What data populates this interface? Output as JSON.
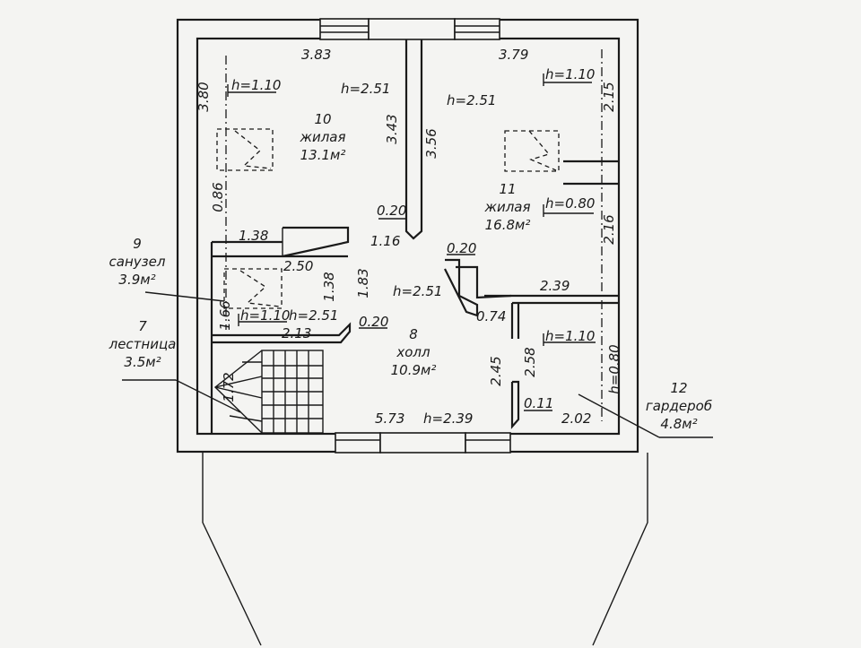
{
  "rooms": {
    "r10": {
      "number": "10",
      "name": "жилая",
      "area": "13.1м²"
    },
    "r11": {
      "number": "11",
      "name": "жилая",
      "area": "16.8м²"
    },
    "r9": {
      "number": "9",
      "name": "санузел",
      "area": "3.9м²"
    },
    "r7": {
      "number": "7",
      "name": "лестница",
      "area": "3.5м²"
    },
    "r8": {
      "number": "8",
      "name": "холл",
      "area": "10.9м²"
    },
    "r12": {
      "number": "12",
      "name": "гардероб",
      "area": "4.8м²"
    }
  },
  "dims": {
    "d383": "3.83",
    "d379": "3.79",
    "d380": "3.80",
    "d110a": "h=1.10",
    "d251a": "h=2.51",
    "d343": "3.43",
    "d356": "3.56",
    "d251b": "h=2.51",
    "d110b": "h=1.10",
    "d215": "2.15",
    "d086": "0.86",
    "d020a": "0.20",
    "d080a": "h=0.80",
    "d138a": "1.38",
    "d116": "1.16",
    "d216": "2.16",
    "d250": "2.50",
    "d020b": "0.20",
    "d183": "1.83",
    "d138b": "1.38",
    "d251c": "h=2.51",
    "d239a": "2.39",
    "d166": "1.66",
    "d110c": "h=1.10",
    "d251d": "h=2.51",
    "d074": "0.74",
    "d213": "2.13",
    "d020c": "0.20",
    "d110d": "h=1.10",
    "d258": "2.58",
    "d245": "2.45",
    "d080b": "h=0.80",
    "d172": "1.72",
    "d011": "0.11",
    "d573": "5.73",
    "d239b": "h=2.39",
    "d202": "2.02"
  }
}
